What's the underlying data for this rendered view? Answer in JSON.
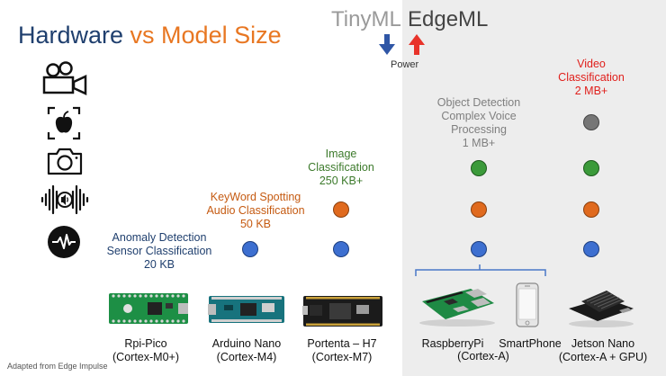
{
  "title": {
    "part1": "Hardware ",
    "part2": "vs Model Size"
  },
  "header": {
    "tinyml": "TinyML",
    "edgeml": "EdgeML",
    "power": "Power"
  },
  "labels": {
    "anomaly": {
      "line1": "Anomaly Detection",
      "line2": "Sensor Classification",
      "line3": "20 KB"
    },
    "keyword": {
      "line1": "KeyWord Spotting",
      "line2": "Audio Classification",
      "line3": "50 KB"
    },
    "image": {
      "line1": "Image",
      "line2": "Classification",
      "line3": "250 KB+"
    },
    "object": {
      "line1": "Object Detection",
      "line2": "Complex Voice",
      "line3": "Processing",
      "line4": "1 MB+"
    },
    "video": {
      "line1": "Video",
      "line2": "Classification",
      "line3": "2 MB+"
    }
  },
  "devices": {
    "pico": {
      "line1": "Rpi-Pico",
      "line2": "(Cortex-M0+)"
    },
    "nano": {
      "line1": "Arduino Nano",
      "line2": "(Cortex-M4)"
    },
    "portenta": {
      "line1": "Portenta – H7",
      "line2": "(Cortex-M7)"
    },
    "raspberrypi": {
      "line1": "RaspberryPi"
    },
    "smartphone": {
      "line1": "SmartPhone"
    },
    "raspi_group": {
      "line1": "(Cortex-A)"
    },
    "jetson": {
      "line1": "Jetson Nano",
      "line2": "(Cortex-A + GPU)"
    }
  },
  "icons": [
    "video-camera-icon",
    "image-apple-icon",
    "camera-icon",
    "audio-wave-icon",
    "pulse-sensor-icon"
  ],
  "colors": {
    "blue": "#3d6fd0",
    "orange": "#e06a1e",
    "green": "#3b9a3a",
    "gray": "#767676",
    "red": "#e0201c",
    "title_blue": "#1f3f6e",
    "title_orange": "#e87722"
  },
  "footnote": "Adapted from Edge Impulse"
}
